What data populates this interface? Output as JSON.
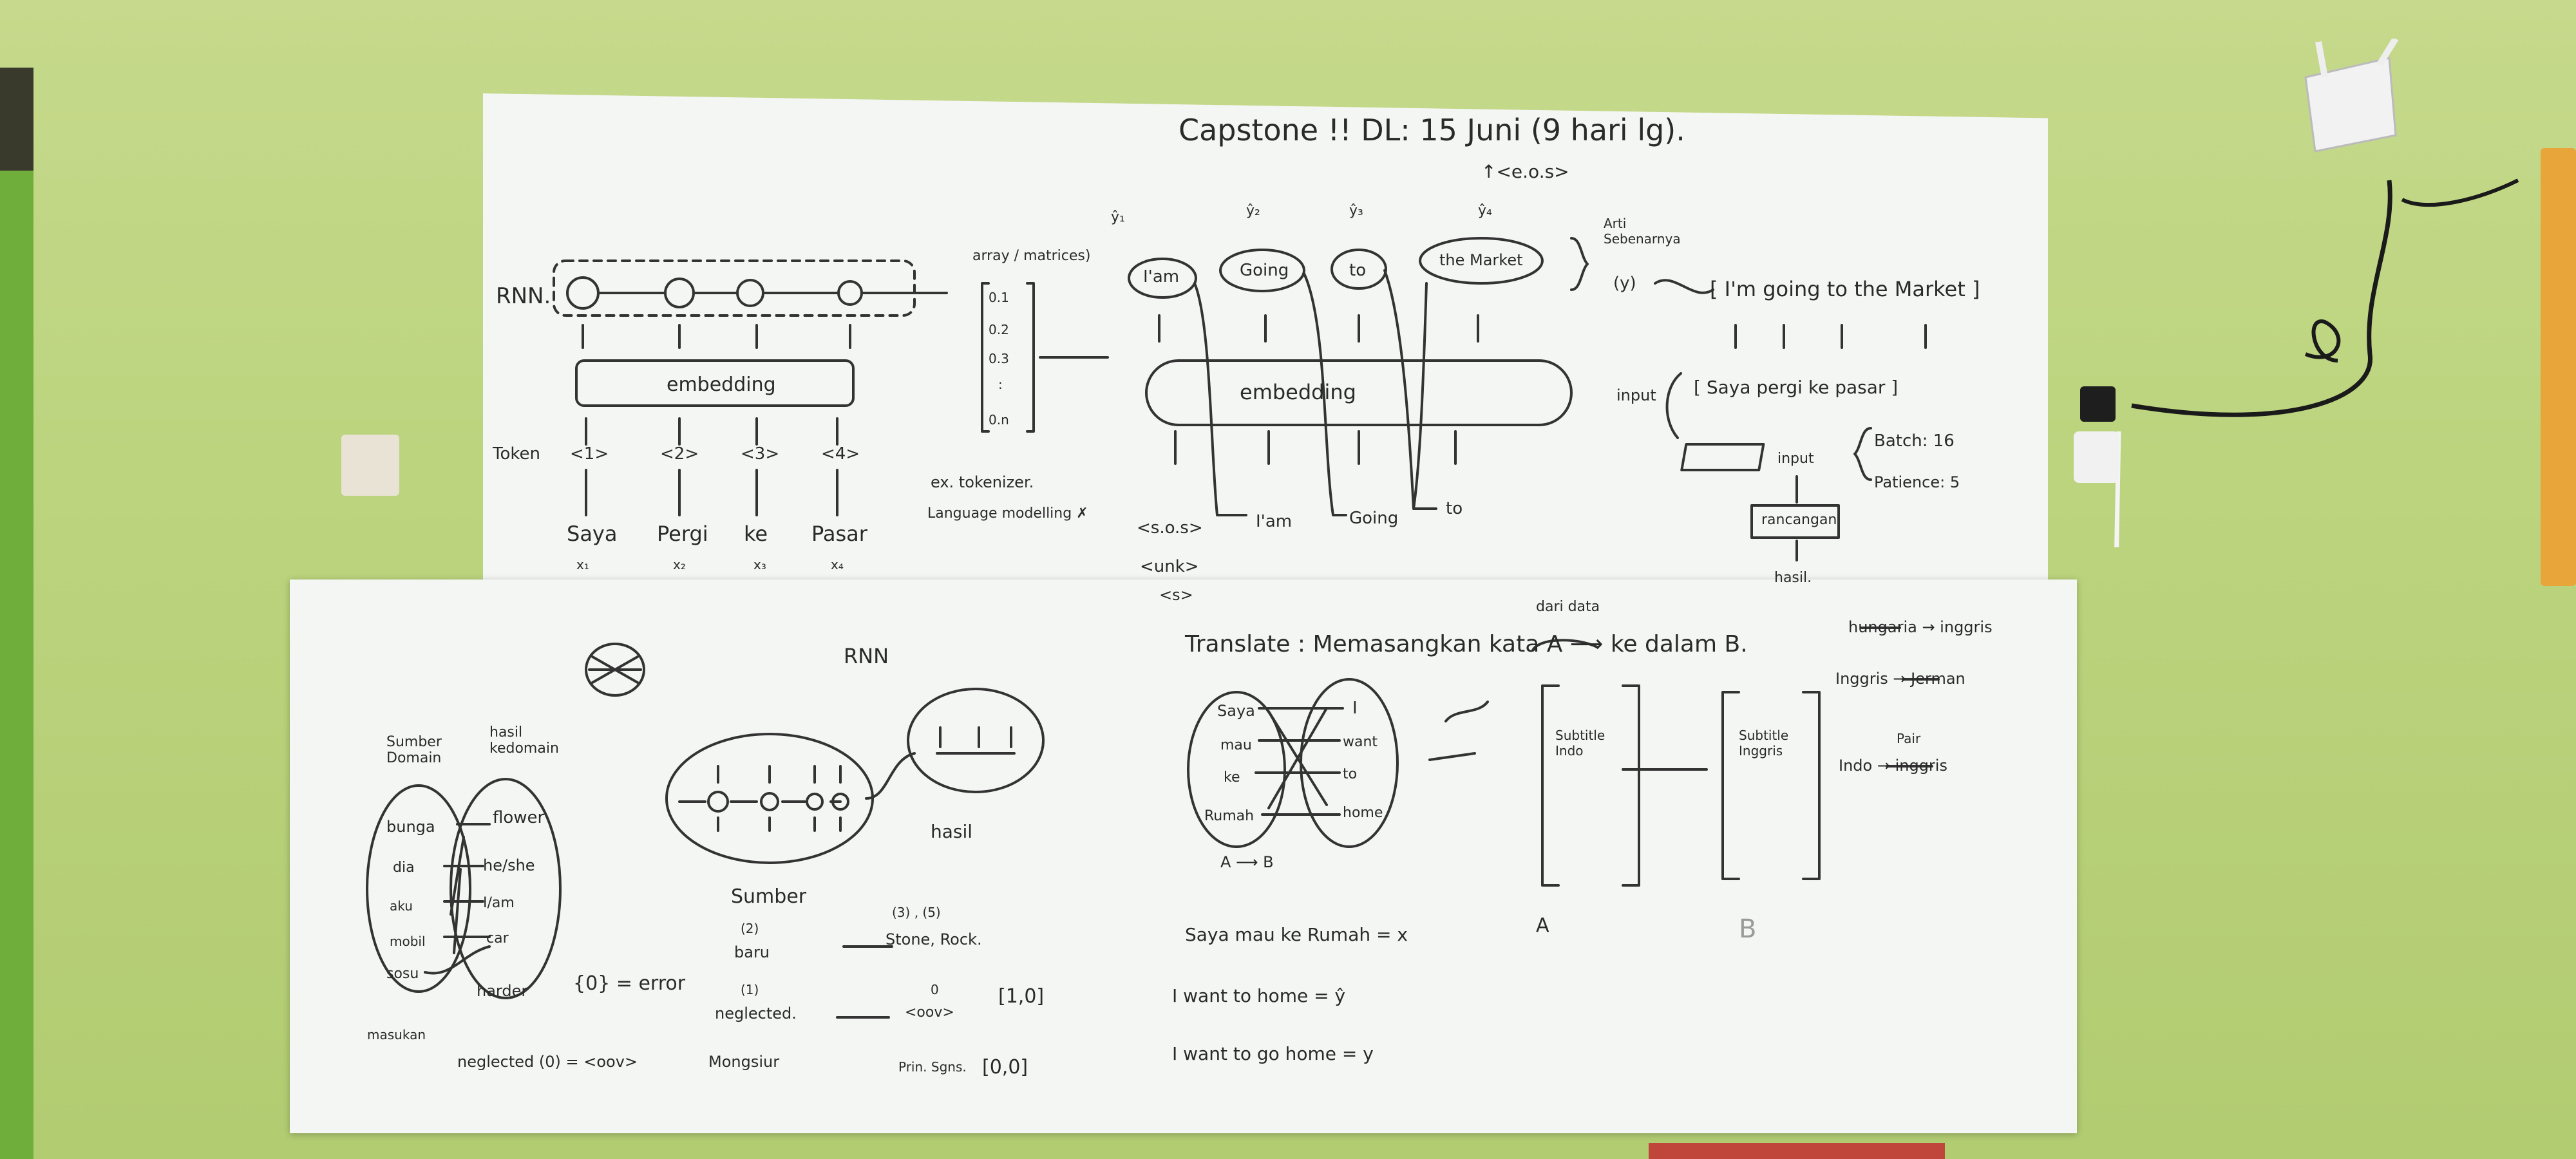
{
  "top_board": {
    "title": "Capstone !!  DL: 15 Juni (9 hari lg).",
    "eos_top": "↑<e.o.s>",
    "rnn_label": "RNN.",
    "embedding_left": "embedding",
    "token_label": "Token",
    "tokens": [
      "<1>",
      "<2>",
      "<3>",
      "<4>"
    ],
    "words": [
      "Saya",
      "Pergi",
      "ke",
      "Pasar"
    ],
    "word_subscripts": [
      "x₁",
      "x₂",
      "x₃",
      "x₄"
    ],
    "array_label": "array / matrices)",
    "array_values": [
      "0.1",
      "0.2",
      "0.3",
      ":",
      "0.n"
    ],
    "notes": [
      "ex. tokenizer.",
      "Language modelling  ✗"
    ],
    "yhat": [
      "ŷ₁",
      "ŷ₂",
      "ŷ₃",
      "ŷ₄"
    ],
    "outputs": [
      "I'am",
      "Going",
      "to",
      "the Market"
    ],
    "embedding_right": "embedding",
    "decoder_inputs": [
      "<s.o.s>",
      "I'am",
      "Going",
      "to"
    ],
    "unk": "<unk>",
    "s_tag": "<s>",
    "arti_label": "Arti Sebenarnya",
    "y_label": "(y)",
    "target_sentence": "[ I'm going to the Market ]",
    "input_label": "input",
    "input_sentence": "[ Saya pergi ke pasar ]",
    "input_box": "input",
    "batch": "Batch: 16",
    "patience": "Patience: 5",
    "process_box": "rancangan",
    "hasil": "hasil."
  },
  "bottom_board": {
    "rnn_title": "RNN",
    "sumber_domain": "Sumber Domain",
    "hasil_kedomain": "hasil kedomain",
    "left_words": [
      "bunga",
      "dia",
      "aku",
      "mobil",
      "sosu"
    ],
    "right_words": [
      "flower",
      "he/she",
      "I/am",
      "car",
      "harder"
    ],
    "masukan": "masukan",
    "neglected": "neglected (0) = <oov>",
    "error_note": "{0} = error",
    "hasil_small": "hasil",
    "sumber": "Sumber",
    "examples": [
      {
        "idx": "(2)",
        "word": "baru",
        "idx2": "(3) , (5)",
        "out": "Stone, Rock."
      },
      {
        "idx": "(1)",
        "word": "neglected.",
        "idx2": "0",
        "out": "<oov>",
        "vector": "[1,0]"
      },
      {
        "idx": "",
        "word": "Mongsiur",
        "idx2": "",
        "out": "Prin. Sgns.",
        "vector": "[0,0]"
      }
    ],
    "translate_title": "Translate : Memasangkan kata A ⟶ ke dalam B.",
    "dari_data": "dari data",
    "set_a": [
      "Saya",
      "mau",
      "ke",
      "Rumah"
    ],
    "set_b": [
      "I",
      "want",
      "to",
      "home"
    ],
    "a_to_b": "A ⟶ B",
    "subtitle_a": "Subtitle Indo",
    "subtitle_b": "Subtitle Inggris",
    "label_a": "A",
    "label_b": "B",
    "sentence_x": "Saya mau ke Rumah = x",
    "sentence_yhat": "I want to home = ŷ",
    "sentence_y": "I want to go home = y",
    "lang_pairs": [
      "hungaria → inggris",
      "Inggris → Jerman",
      "Indo → inggris"
    ],
    "pair_label": "Pair"
  }
}
